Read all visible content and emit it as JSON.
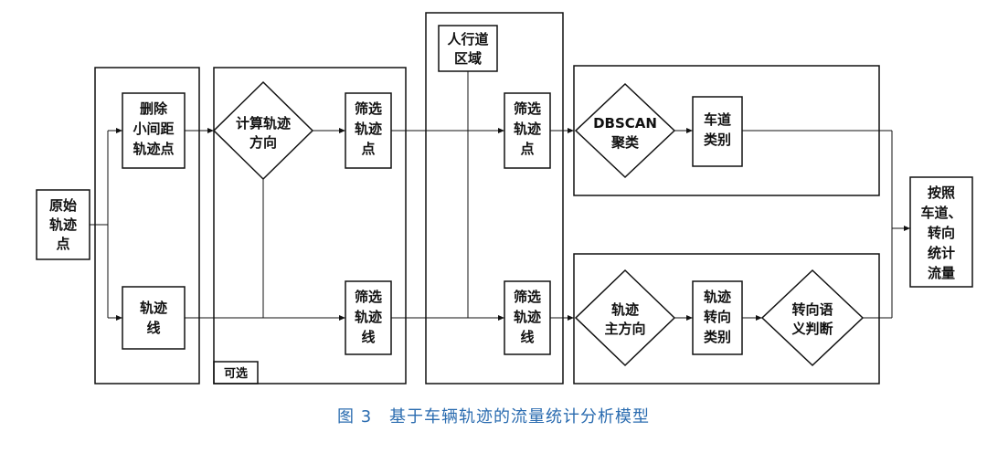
{
  "nodes": {
    "raw_points": [
      "原始",
      "轨迹",
      "点"
    ],
    "delete_points": [
      "删除",
      "小间距",
      "轨迹点"
    ],
    "trajectory_line": [
      "轨迹",
      "线"
    ],
    "calc_direction": [
      "计算轨迹",
      "方向"
    ],
    "filter_points_1": [
      "筛选",
      "轨迹",
      "点"
    ],
    "filter_line_1": [
      "筛选",
      "轨迹",
      "线"
    ],
    "crosswalk_area": [
      "人行道",
      "区域"
    ],
    "filter_points_2": [
      "筛选",
      "轨迹",
      "点"
    ],
    "filter_line_2": [
      "筛选",
      "轨迹",
      "线"
    ],
    "dbscan": [
      "DBSCAN",
      "聚类"
    ],
    "lane_category": [
      "车道",
      "类别"
    ],
    "main_direction": [
      "轨迹",
      "主方向"
    ],
    "turn_category": [
      "轨迹",
      "转向",
      "类别"
    ],
    "turn_semantics": [
      "转向语",
      "义判断"
    ],
    "count_flow": [
      "按照",
      "车道、",
      "转向",
      "统计",
      "流量"
    ]
  },
  "optional_label": "可选",
  "caption": {
    "figure_number": "图 3",
    "title": "基于车辆轨迹的流量统计分析模型"
  }
}
